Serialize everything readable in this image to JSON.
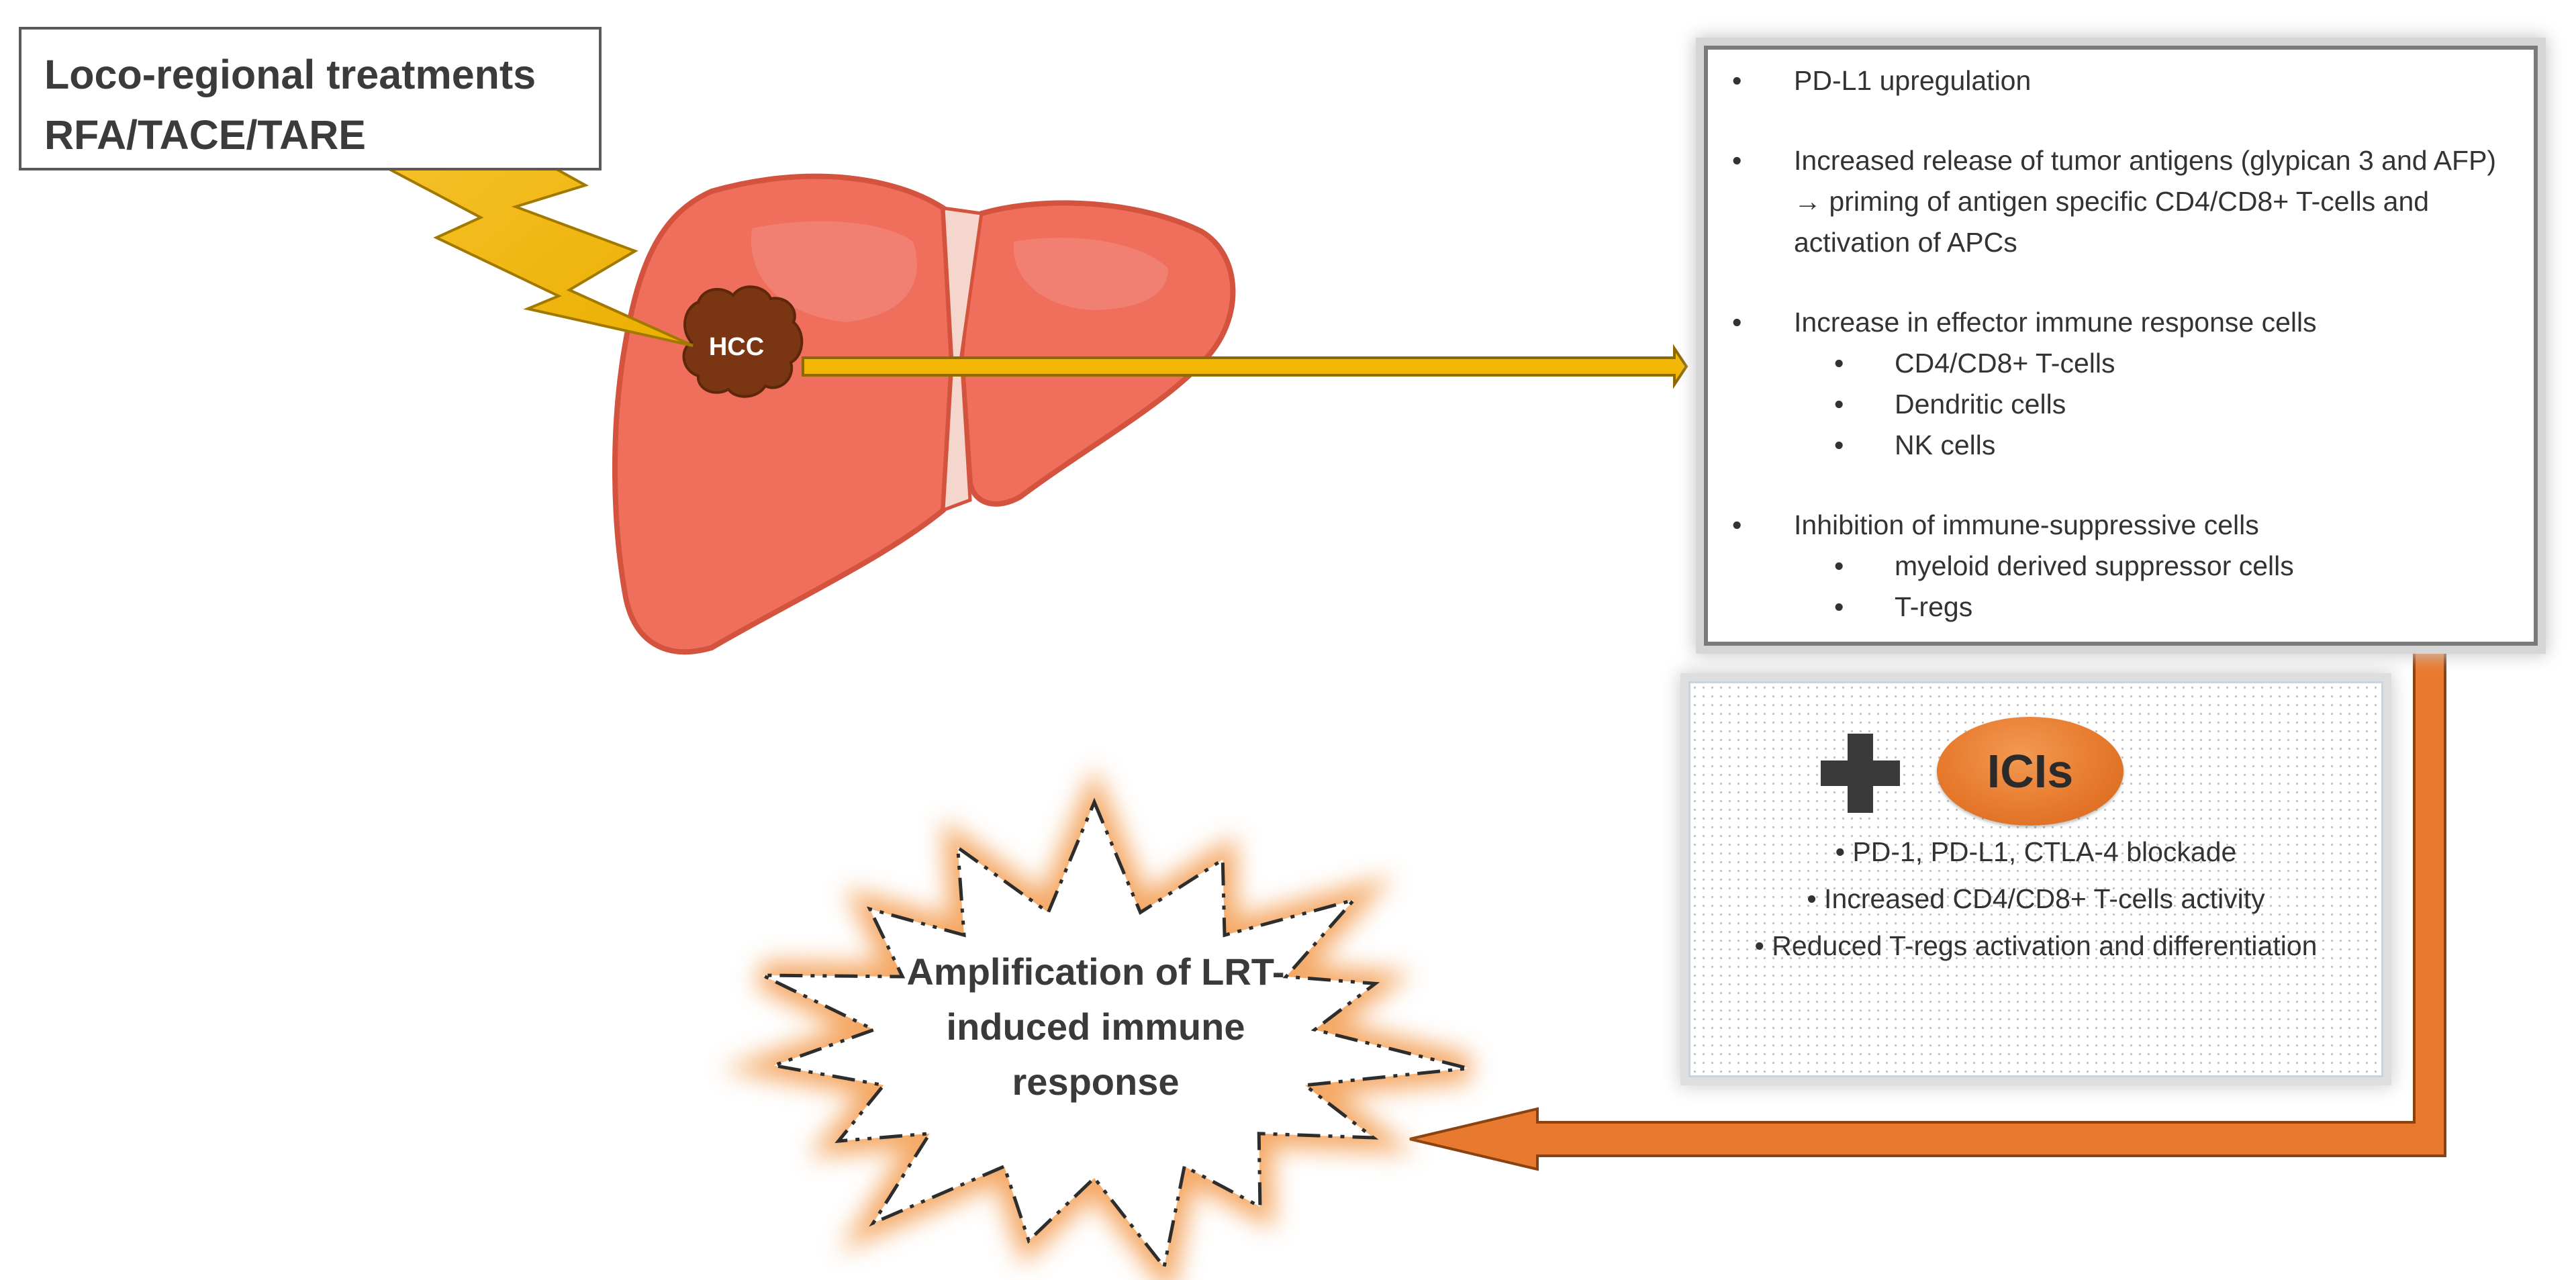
{
  "treatment": {
    "line1": "Loco-regional treatments",
    "line2": "RFA/TACE/TARE"
  },
  "tumor_label": "HCC",
  "effects": {
    "items": [
      {
        "text": "PD-L1 upregulation",
        "subitems": []
      },
      {
        "text": "Increased release of tumor antigens (glypican 3 and AFP) → priming of antigen specific CD4/CD8+ T-cells and activation of APCs",
        "subitems": []
      },
      {
        "text": "Increase in effector immune response cells",
        "subitems": [
          "CD4/CD8+ T-cells",
          "Dendritic cells",
          "NK cells"
        ]
      },
      {
        "text": "Inhibition of immune-suppressive cells",
        "subitems": [
          "myeloid derived suppressor cells",
          "T-regs"
        ]
      }
    ]
  },
  "icis": {
    "badge": "ICIs",
    "items": [
      "• PD-1, PD-L1, CTLA-4 blockade",
      "• Increased CD4/CD8+ T-cells activity",
      "• Reduced T-regs activation and differentiation"
    ]
  },
  "outcome": {
    "line1": "Amplification of LRT-",
    "line2": "induced immune",
    "line3": "response"
  },
  "colors": {
    "liver_fill": "#ef6f5c",
    "liver_stroke": "#d4533f",
    "tumor": "#7a3512",
    "bolt": "#f2b705",
    "arrow_yellow": "#f2b705",
    "arrow_orange": "#e87a2f",
    "icis_badge": "#e77a2d"
  },
  "icons": {
    "bolt": "lightning-bolt-icon",
    "plus": "plus-icon"
  }
}
